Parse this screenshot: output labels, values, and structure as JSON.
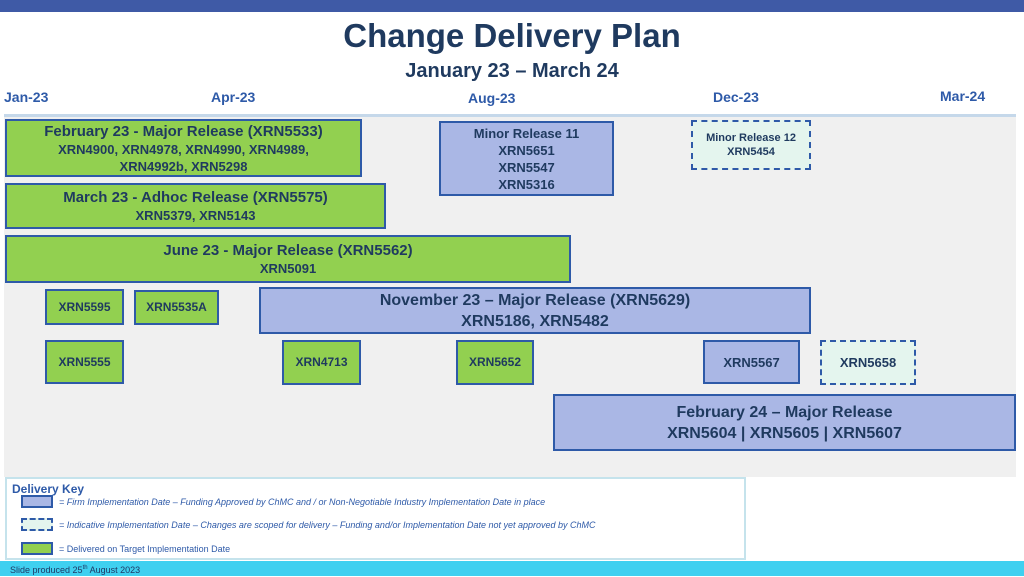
{
  "title": "Change Delivery Plan",
  "subtitle": "January 23 – March 24",
  "axis": {
    "ticks": [
      "Jan-23",
      "Apr-23",
      "Aug-23",
      "Dec-23",
      "Mar-24"
    ]
  },
  "releases": {
    "feb23": {
      "title": "February 23 - Major Release (XRN5533)",
      "line1": "XRN4900, XRN4978, XRN4990, XRN4989,",
      "line2": "XRN4992b, XRN5298",
      "status": "Delivered on Target Implementation Date"
    },
    "mar23": {
      "title": "March 23 - Adhoc Release (XRN5575)",
      "line1": "XRN5379, XRN5143",
      "status": "Delivered on Target Implementation Date"
    },
    "jun23": {
      "title": "June 23 - Major Release (XRN5562)",
      "line1": "XRN5091",
      "status": "Delivered on Target Implementation Date"
    },
    "minor11": {
      "title": "Minor Release 11",
      "items": [
        "XRN5651",
        "XRN5547",
        "XRN5316"
      ],
      "status": "Firm"
    },
    "minor12": {
      "title": "Minor Release 12",
      "items": [
        "XRN5454"
      ],
      "status": "Indicative"
    },
    "nov23": {
      "title": "November 23 – Major Release (XRN5629)",
      "line1": "XRN5186, XRN5482",
      "status": "Firm"
    },
    "feb24": {
      "title": "February 24 – Major Release",
      "line1": "XRN5604 | XRN5605 | XRN5607",
      "status": "Firm"
    }
  },
  "singles": {
    "xrn5595": "XRN5595",
    "xrn5535a": "XRN5535A",
    "xrn5555": "XRN5555",
    "xrn4713": "XRN4713",
    "xrn5652": "XRN5652",
    "xrn5567": "XRN5567",
    "xrn5658": "XRN5658"
  },
  "key": {
    "title": "Delivery Key",
    "firm": "= Firm Implementation Date – Funding Approved by ChMC and / or Non-Negotiable Industry Implementation Date in place",
    "indicative": "= Indicative Implementation Date – Changes are scoped for delivery – Funding and/or Implementation Date not yet approved by ChMC",
    "delivered": "= Delivered on Target Implementation Date"
  },
  "colors": {
    "delivered": "#92d050",
    "firm": "#aab7e5",
    "indicative": "#e4f5ee",
    "border": "#2e5aa8",
    "title": "#1f3a5f"
  },
  "footer": {
    "prefix": "Slide produced 25",
    "suffix": "th",
    "rest": " August 2023"
  }
}
